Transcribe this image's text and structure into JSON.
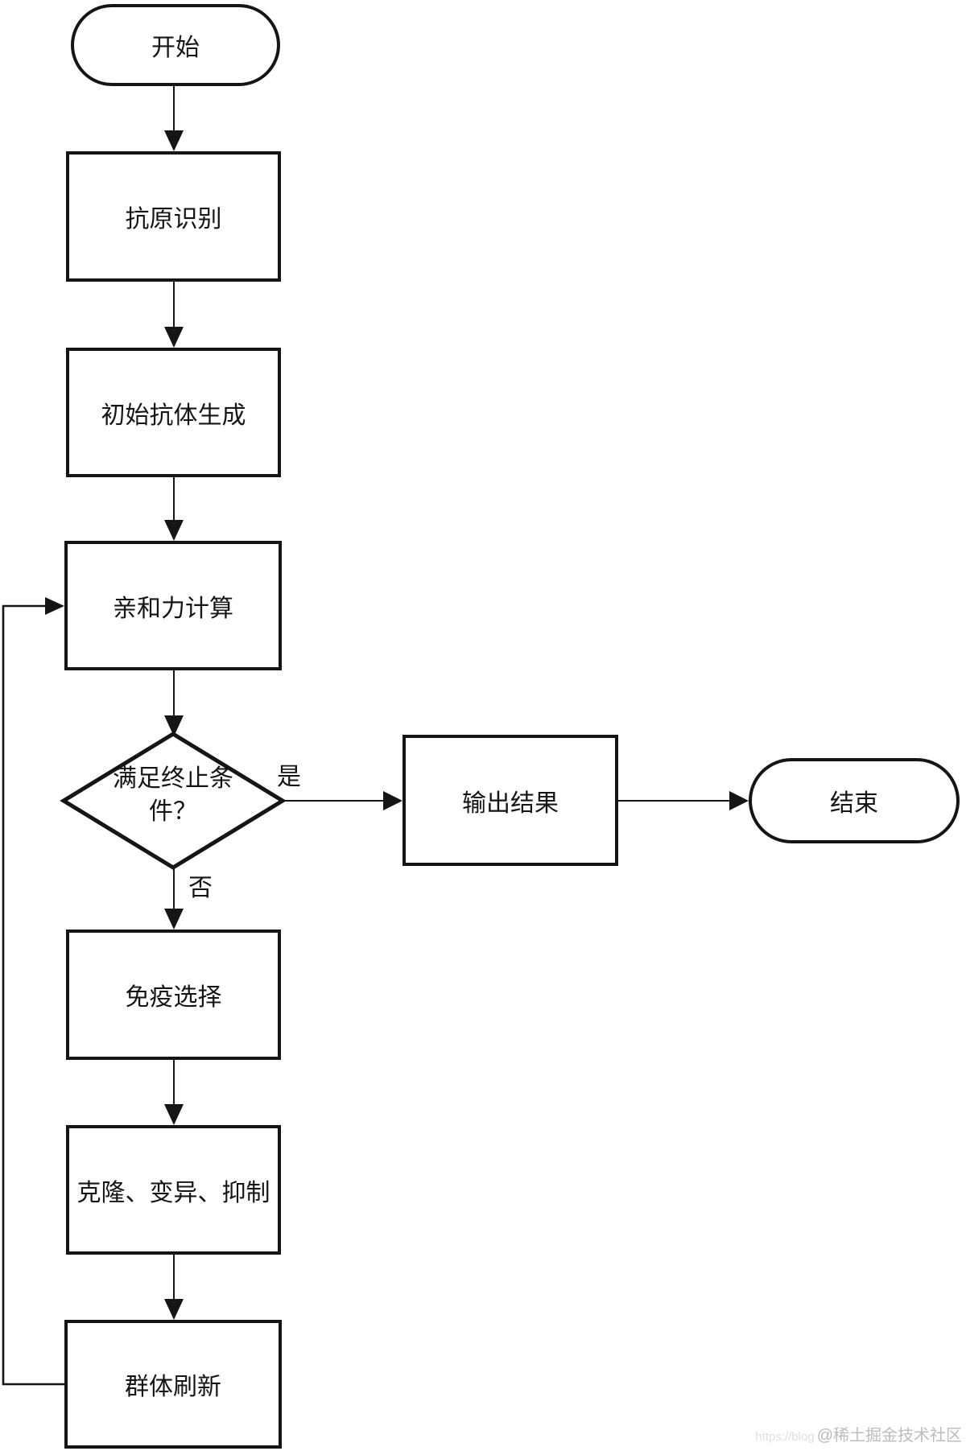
{
  "diagram": {
    "type": "flowchart",
    "direction": "top-down",
    "colors": {
      "stroke": "#151515",
      "text": "#151515",
      "node_fill": "#ffffff",
      "background": "#ffffff"
    },
    "nodes": [
      {
        "id": "start",
        "shape": "terminator",
        "label": "开始"
      },
      {
        "id": "antigen-recognition",
        "shape": "process",
        "label": "抗原识别"
      },
      {
        "id": "initial-antibody-generation",
        "shape": "process",
        "label": "初始抗体生成"
      },
      {
        "id": "affinity-calculation",
        "shape": "process",
        "label": "亲和力计算"
      },
      {
        "id": "termination-check",
        "shape": "decision",
        "label": "满足终止条件？",
        "label_lines": [
          "满足终止条",
          "件？"
        ]
      },
      {
        "id": "output-result",
        "shape": "process",
        "label": "输出结果"
      },
      {
        "id": "end",
        "shape": "terminator",
        "label": "结束"
      },
      {
        "id": "immune-selection",
        "shape": "process",
        "label": "免疫选择"
      },
      {
        "id": "clone-mutation-suppression",
        "shape": "process",
        "label": "克隆、变异、抑制"
      },
      {
        "id": "population-refresh",
        "shape": "process",
        "label": "群体刷新"
      }
    ],
    "edges": [
      {
        "from": "start",
        "to": "antigen-recognition"
      },
      {
        "from": "antigen-recognition",
        "to": "initial-antibody-generation"
      },
      {
        "from": "initial-antibody-generation",
        "to": "affinity-calculation"
      },
      {
        "from": "affinity-calculation",
        "to": "termination-check"
      },
      {
        "from": "termination-check",
        "to": "output-result",
        "label": "是"
      },
      {
        "from": "output-result",
        "to": "end"
      },
      {
        "from": "termination-check",
        "to": "immune-selection",
        "label": "否"
      },
      {
        "from": "immune-selection",
        "to": "clone-mutation-suppression"
      },
      {
        "from": "clone-mutation-suppression",
        "to": "population-refresh"
      },
      {
        "from": "population-refresh",
        "to": "affinity-calculation"
      }
    ]
  },
  "watermark": {
    "faint_url_text": "https://blog",
    "community_text": "@稀土掘金技术社区",
    "color": "#bcbcbc",
    "faint_color": "#e0e0e0"
  }
}
